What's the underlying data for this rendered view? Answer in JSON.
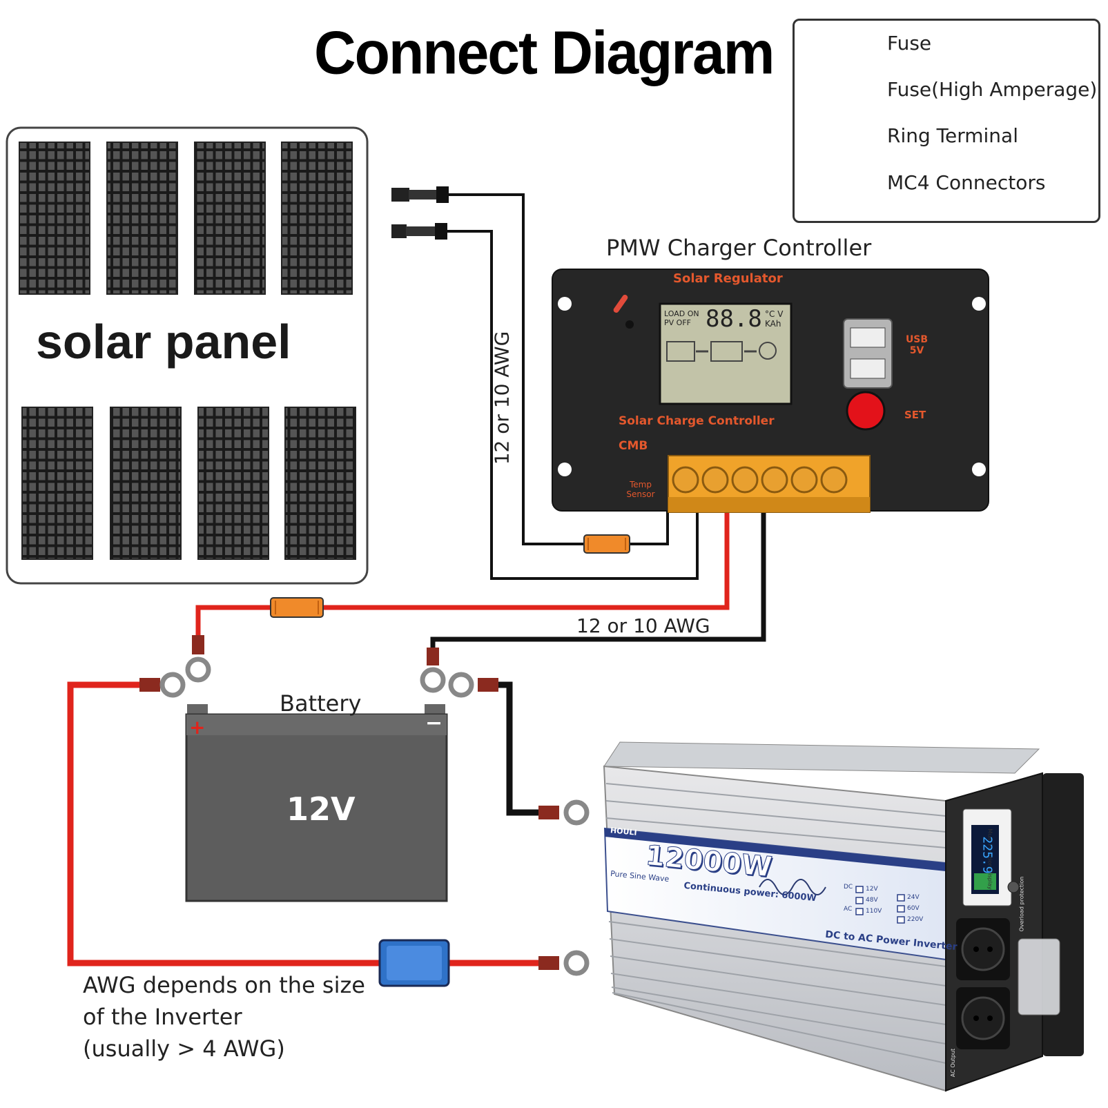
{
  "title": "Connect Diagram",
  "legend": {
    "fuse": "Fuse",
    "fuse_high": "Fuse(High Amperage)",
    "ring_terminal": "Ring Terminal",
    "mc4": "MC4 Connectors"
  },
  "solar_panel": {
    "label": "solar panel"
  },
  "controller": {
    "title": "PMW Charger Controller",
    "header": "Solar Regulator",
    "name": "Solar Charge Controller",
    "model": "CMB",
    "temp_sensor": "Temp Sensor",
    "usb": "USB 5V",
    "set": "SET",
    "lcd_left": "LOAD ON PV OFF",
    "lcd_digits": "88.8",
    "lcd_units": "°C V KAh"
  },
  "wires": {
    "awg_vertical": "12 or 10 AWG",
    "awg_horizontal": "12 or 10 AWG"
  },
  "battery": {
    "label": "Battery",
    "voltage": "12V",
    "plus": "+",
    "minus": "−"
  },
  "inverter_note": [
    "AWG depends on the size",
    "of the Inverter",
    "(usually  > 4 AWG)"
  ],
  "inverter": {
    "brand": "HOULI",
    "power": "12000W",
    "continuous": "Continuous power: 6000W",
    "wave": "Pure Sine Wave",
    "type": "DC to AC Power Inverter",
    "dc_label": "DC",
    "ac_label": "AC",
    "options": [
      "12V",
      "24V",
      "48V",
      "60V",
      "110V",
      "220V"
    ],
    "display": "Multi Function Display",
    "readout": "225.9",
    "overload": "Overload protection",
    "ac_output": "AC Output"
  }
}
